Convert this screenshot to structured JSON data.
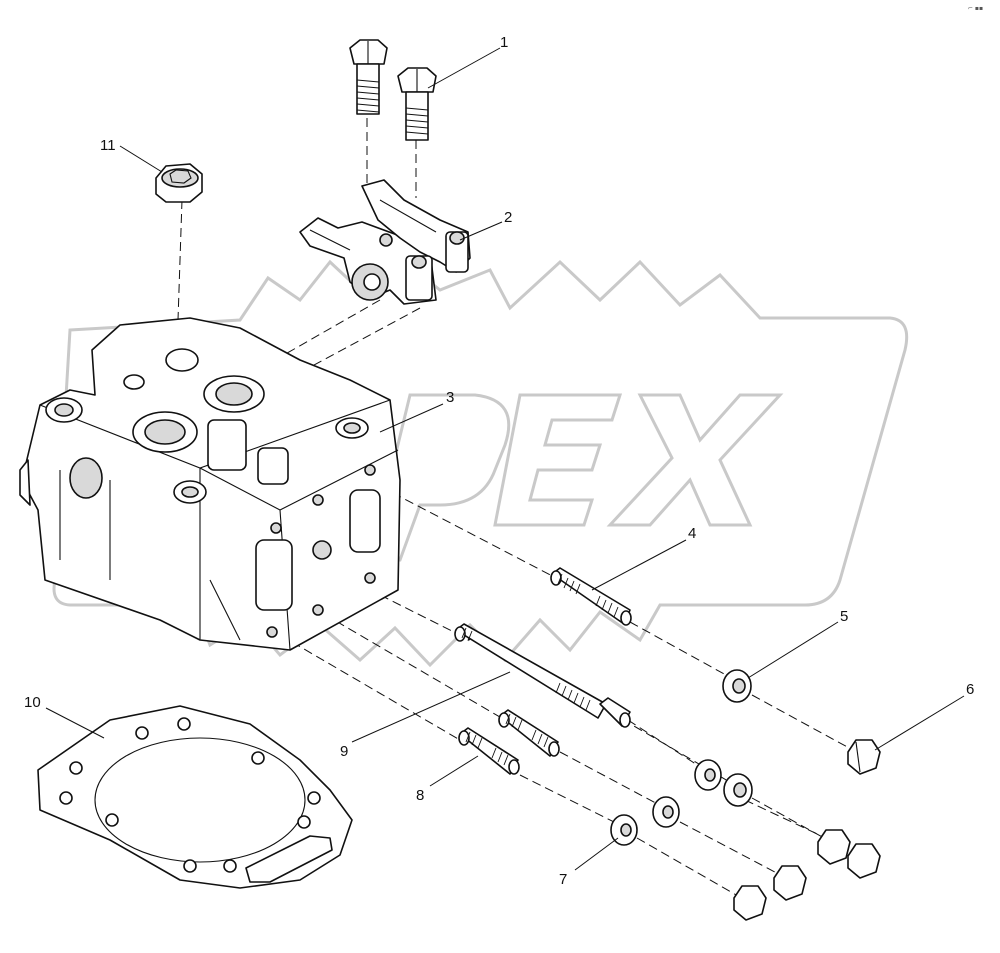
{
  "corner_mark": "⌐ ▪▪",
  "callouts": [
    {
      "id": "1",
      "part": "bolt"
    },
    {
      "id": "2",
      "part": "rocker-arm-assembly"
    },
    {
      "id": "3",
      "part": "cylinder-head"
    },
    {
      "id": "4",
      "part": "stud"
    },
    {
      "id": "5",
      "part": "washer"
    },
    {
      "id": "6",
      "part": "nut"
    },
    {
      "id": "7",
      "part": "washer"
    },
    {
      "id": "8",
      "part": "stud"
    },
    {
      "id": "9",
      "part": "long-stud"
    },
    {
      "id": "10",
      "part": "head-gasket"
    },
    {
      "id": "11",
      "part": "plug"
    }
  ],
  "colors": {
    "line": "#111111",
    "watermark": "#c9c9c9",
    "background": "#ffffff"
  }
}
